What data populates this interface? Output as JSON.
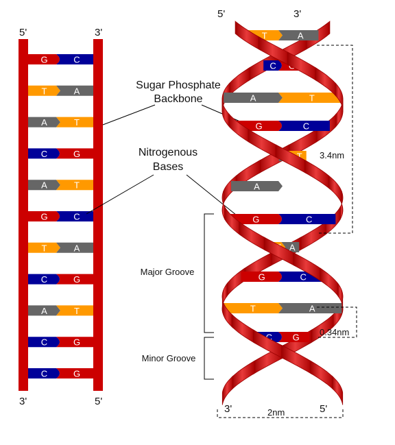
{
  "colors": {
    "G": "#cc0000",
    "C": "#000099",
    "A": "#666666",
    "T": "#ff9900",
    "backbone": "#cc0000",
    "helix_light": "#e83a3a",
    "helix_dark": "#9c0000"
  },
  "ladder": {
    "top_left": "5'",
    "top_right": "3'",
    "bottom_left": "3'",
    "bottom_right": "5'",
    "pairs": [
      [
        "G",
        "C"
      ],
      [
        "T",
        "A"
      ],
      [
        "A",
        "T"
      ],
      [
        "C",
        "G"
      ],
      [
        "A",
        "T"
      ],
      [
        "G",
        "C"
      ],
      [
        "T",
        "A"
      ],
      [
        "C",
        "G"
      ],
      [
        "A",
        "T"
      ],
      [
        "C",
        "G"
      ],
      [
        "C",
        "G"
      ]
    ]
  },
  "labels": {
    "backbone": [
      "Sugar Phosphate",
      "Backbone"
    ],
    "bases": [
      "Nitrogenous",
      "Bases"
    ],
    "major_groove": "Major Groove",
    "minor_groove": "Minor Groove"
  },
  "helix": {
    "top_left": "5'",
    "top_right": "3'",
    "bottom_left": "3'",
    "bottom_right": "5'",
    "pitch": "3.4nm",
    "rise": "0.34nm",
    "width": "2nm",
    "rungs": [
      [
        "T",
        "A"
      ],
      [
        "C",
        "G"
      ],
      [
        "A",
        "T"
      ],
      [
        "G",
        "C"
      ],
      [
        "A",
        "T"
      ],
      [
        "A",
        ""
      ],
      [
        "G",
        "C"
      ],
      [
        "T",
        "A"
      ],
      [
        "G",
        "C"
      ],
      [
        "T",
        "A"
      ],
      [
        "C",
        "G"
      ]
    ]
  }
}
